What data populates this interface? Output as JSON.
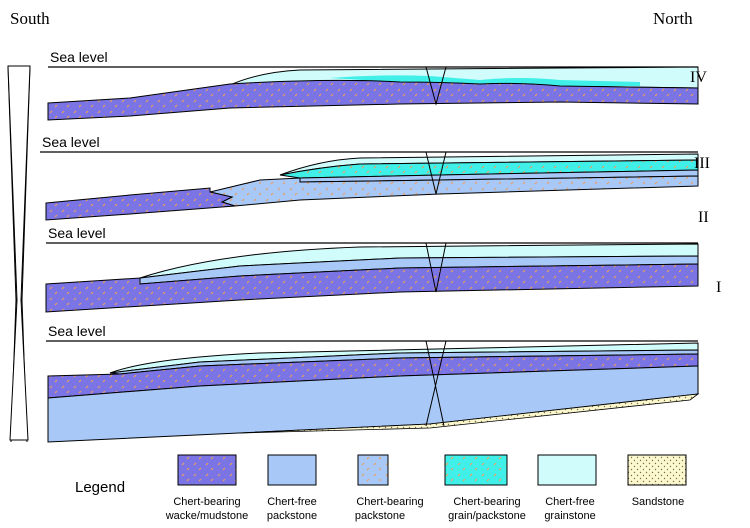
{
  "orientation": {
    "left": "South",
    "right": "North"
  },
  "sea_level_label": "Sea level",
  "stages": [
    {
      "label": "IV"
    },
    {
      "label": "III"
    },
    {
      "label": "II"
    },
    {
      "label": "I"
    }
  ],
  "legend": {
    "title": "Legend",
    "items": [
      {
        "line1": "Chert-bearing",
        "line2": "wacke/mudstone",
        "fill": "#7b74e4",
        "pattern": "chert"
      },
      {
        "line1": "Chert-free",
        "line2": "packstone",
        "fill": "#a8c8f8",
        "pattern": "none"
      },
      {
        "line1": "Chert-bearing",
        "line2": "packstone",
        "fill": "#a8c8f8",
        "pattern": "chert"
      },
      {
        "line1": "Chert-bearing",
        "line2": "grain/packstone",
        "fill": "#40f0e8",
        "pattern": "chert"
      },
      {
        "line1": "Chert-free",
        "line2": "grainstone",
        "fill": "#d0fcfc",
        "pattern": "none"
      },
      {
        "line1": "Sandstone",
        "line2": "",
        "fill": "#fcf8d0",
        "pattern": "dots"
      }
    ]
  },
  "colors": {
    "wacke_mudstone": "#7b74e4",
    "packstone": "#a8c8f8",
    "grain_packstone": "#40f0e8",
    "grainstone": "#d0fcfc",
    "sandstone": "#fcf8d0",
    "chert_marks": "#e8a060"
  }
}
